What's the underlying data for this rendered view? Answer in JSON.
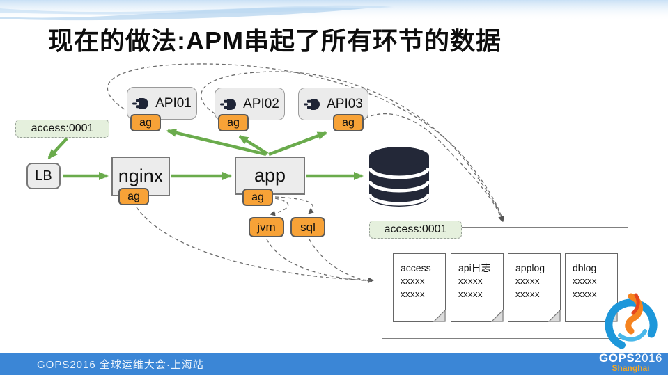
{
  "slide": {
    "title": "现在的做法:APM串起了所有环节的数据"
  },
  "diagram": {
    "trace_left": {
      "label": "access:0001"
    },
    "trace_right": {
      "label": "access:0001"
    },
    "nodes": {
      "lb": "LB",
      "nginx": "nginx",
      "app": "app"
    },
    "agent_label": "ag",
    "apis": [
      {
        "label": "API01"
      },
      {
        "label": "API02"
      },
      {
        "label": "API03"
      }
    ],
    "probes": [
      {
        "label": "jvm"
      },
      {
        "label": "sql"
      }
    ],
    "log_panel": {
      "docs": [
        {
          "title": "access",
          "lines": [
            "xxxxx",
            "xxxxx"
          ]
        },
        {
          "title": "api日志",
          "lines": [
            "xxxxx",
            "xxxxx"
          ]
        },
        {
          "title": "applog",
          "lines": [
            "xxxxx",
            "xxxxx"
          ]
        },
        {
          "title": "dblog",
          "lines": [
            "xxxxx",
            "xxxxx"
          ]
        }
      ]
    }
  },
  "footer": {
    "text": "GOPS2016 全球运维大会·上海站"
  },
  "logo": {
    "brand": "GOPS",
    "year": "2016",
    "city": "Shanghai"
  },
  "colors": {
    "arrow_green": "#6aab4c",
    "agent_orange": "#f7a237",
    "database_navy": "#232838",
    "footer_blue": "#3b86d6",
    "trace_badge_green": "#e5f0dd"
  }
}
